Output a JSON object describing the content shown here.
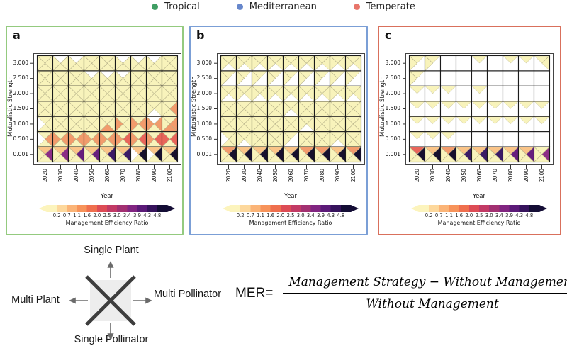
{
  "legend": {
    "items": [
      {
        "label": "Tropical",
        "color": "#3f9e63"
      },
      {
        "label": "Mediterranean",
        "color": "#6787cb"
      },
      {
        "label": "Temperate",
        "color": "#e8756a"
      }
    ]
  },
  "chart_data": {
    "type": "heatmap",
    "description": "Management Efficiency Ratio per year, mutualistic strength and management strategy; each cell split in 4 triangles (top=Single Plant, right=Multi Pollinator, bottom=Single Pollinator, left=Multi Plant)",
    "x": {
      "label": "Year",
      "ticks": [
        "2020",
        "2030",
        "2040",
        "2050",
        "2060",
        "2070",
        "2080",
        "2090",
        "2100"
      ]
    },
    "y": {
      "label": "Mutualistic Strength",
      "ticks": [
        "3.000",
        "2.500",
        "2.000",
        "1.500",
        "1.000",
        "0.500",
        "0.001"
      ]
    },
    "colorbar": {
      "label": "Management Efficiency Ratio",
      "ticks": [
        "0.2",
        "0.7",
        "1.1",
        "1.6",
        "2.0",
        "2.5",
        "3.0",
        "3.4",
        "3.9",
        "4.3",
        "4.8"
      ],
      "colors": [
        "#fcf4bd",
        "#fdd89c",
        "#fbb477",
        "#f7935a",
        "#ef6f4e",
        "#dd4c55",
        "#c23a65",
        "#a23071",
        "#812581",
        "#5b1a78",
        "#36135c",
        "#140d35"
      ]
    },
    "palette": {
      "W": "#ffffff",
      "Y": "#f8f3bb",
      "T": "#fac488",
      "O": "#f29b6c",
      "R": "#e9655a",
      "M": "#8c2d86",
      "P": "#671e7e",
      "I": "#3a1a66",
      "D": "#16102e"
    },
    "cell_triangle_order": "top,right,bottom,left",
    "panels": [
      {
        "label": "a",
        "region": "Tropical",
        "border_color": "#94ca7f",
        "grid": [
          [
            "YYYY",
            "WYYY",
            "WYYY",
            "YYYY",
            "YYYY",
            "WYYY",
            "WYYY",
            "WYYY",
            "YYYY"
          ],
          [
            "YYYY",
            "YYYY",
            "YYYY",
            "WYYY",
            "WYYY",
            "WYYY",
            "YYYY",
            "YYYY",
            "YYYY"
          ],
          [
            "YYYY",
            "YYYY",
            "YYYY",
            "YYYY",
            "YYYY",
            "YYYY",
            "YYYY",
            "YYYY",
            "YYYY"
          ],
          [
            "YYYY",
            "YYYY",
            "YYYY",
            "YYYY",
            "YYYY",
            "YYYY",
            "YYYY",
            "YYWY",
            "YOYY"
          ],
          [
            "YYYW",
            "YYYY",
            "YYYY",
            "YYYY",
            "YYOY",
            "YYYO",
            "YOYO",
            "WOYO",
            "YOOY"
          ],
          [
            "YOYW",
            "YOYO",
            "YOYO",
            "YOYO",
            "YOYO",
            "YRYO",
            "YRYO",
            "YRYO",
            "YRYR"
          ],
          [
            "TMYY",
            "TMYY",
            "TPYY",
            "TPYY",
            "TIYY",
            "TIYY",
            "TDYW",
            "TDYW",
            "TDYY"
          ]
        ]
      },
      {
        "label": "b",
        "region": "Mediterranean",
        "border_color": "#7b9fd6",
        "grid": [
          [
            "YYWY",
            "YYWY",
            "YYWY",
            "YYWY",
            "YYWY",
            "YYWY",
            "YYWY",
            "YYWY",
            "YYWY"
          ],
          [
            "YWWY",
            "YWWY",
            "YWWY",
            "YWWY",
            "YWWY",
            "YWWY",
            "YWWY",
            "YWWY",
            "YWWY"
          ],
          [
            "YYWY",
            "YYWY",
            "YYWY",
            "YYWY",
            "YYWY",
            "YYWY",
            "YYWY",
            "YYWY",
            "YYWY"
          ],
          [
            "YYYY",
            "YYYY",
            "YYYY",
            "YYYY",
            "YYWY",
            "YYYY",
            "YYYY",
            "YYYY",
            "YYYY"
          ],
          [
            "YYYY",
            "YYYY",
            "YYYY",
            "YYYY",
            "YYYY",
            "YYWY",
            "YYYY",
            "YYYY",
            "YYYY"
          ],
          [
            "YYYW",
            "YYWY",
            "YYYY",
            "YYYY",
            "YWWY",
            "YYYY",
            "YYYY",
            "YYWY",
            "YYYY"
          ],
          [
            "ODYY",
            "TDYY",
            "TDYY",
            "TDYY",
            "TDYY",
            "ODYY",
            "ODYY",
            "TDYY",
            "ODYY"
          ]
        ]
      },
      {
        "label": "c",
        "region": "Temperate",
        "border_color": "#d9705c",
        "grid": [
          [
            "YWWY",
            "YWWY",
            "WWWW",
            "WWWW",
            "YWWW",
            "WWWW",
            "YWWW",
            "YWWW",
            "YYWW"
          ],
          [
            "YWWY",
            "WWWW",
            "WWWW",
            "WWWW",
            "WWWW",
            "WWWW",
            "WWWW",
            "WWWW",
            "WWWW"
          ],
          [
            "YWWW",
            "YWWW",
            "YWWW",
            "WWWW",
            "YWWW",
            "WWWW",
            "WWWW",
            "WWWW",
            "WWWW"
          ],
          [
            "YWWW",
            "YWWW",
            "YWWW",
            "YWWW",
            "YWWW",
            "YWWW",
            "YWWW",
            "YWWW",
            "YWWW"
          ],
          [
            "YWWW",
            "YWWW",
            "YWWW",
            "YWWW",
            "YWWW",
            "YWWW",
            "YWWW",
            "YWWW",
            "YWWW"
          ],
          [
            "YWWW",
            "YWWW",
            "YWWW",
            "WWWW",
            "WWWW",
            "WWWW",
            "WWWW",
            "WWWW",
            "WWWW"
          ],
          [
            "RDYY",
            "TDYY",
            "ODYY",
            "TIYY",
            "TIYY",
            "TIYY",
            "TPYY",
            "TPYY",
            "YMYY"
          ]
        ]
      }
    ]
  },
  "diagram": {
    "top": "Single Plant",
    "left": "Multi Plant",
    "right": "Multi Pollinator",
    "bottom": "Single Pollinator"
  },
  "equation": {
    "lhs": "MER=",
    "numerator": "Management Strategy − Without Management",
    "denominator": "Without Management"
  }
}
